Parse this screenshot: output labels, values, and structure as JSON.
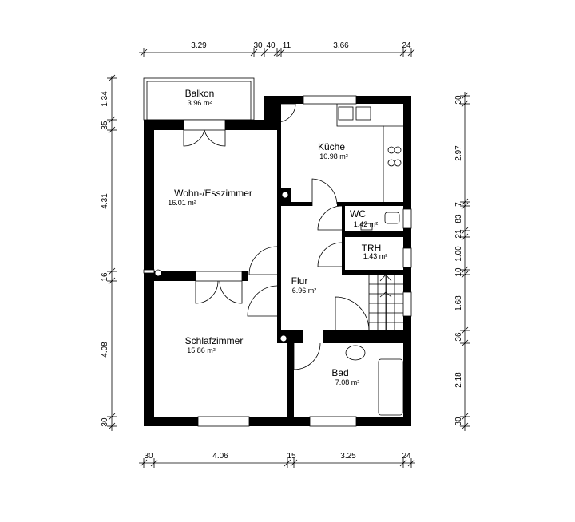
{
  "rooms": {
    "balkon": {
      "name": "Balkon",
      "area": "3.96 m²"
    },
    "kueche": {
      "name": "Küche",
      "area": "10.98 m²"
    },
    "wohn": {
      "name": "Wohn-/Esszimmer",
      "area": "16.01 m²"
    },
    "wc": {
      "name": "WC",
      "area": "1.42 m²"
    },
    "trh": {
      "name": "TRH",
      "area": "1.43 m²"
    },
    "flur": {
      "name": "Flur",
      "area": "6.96 m²"
    },
    "schlaf": {
      "name": "Schlafzimmer",
      "area": "15.86 m²"
    },
    "bad": {
      "name": "Bad",
      "area": "7.08 m²"
    }
  },
  "dimensions": {
    "top": [
      "3.29",
      "30",
      "40",
      "11",
      "3.66",
      "24"
    ],
    "bottom": [
      "30",
      "4.06",
      "15",
      "3.25",
      "24"
    ],
    "left": [
      "1.34",
      "35",
      "4.31",
      "16",
      "4.08",
      "30"
    ],
    "right": [
      "30",
      "2.97",
      "7",
      "83",
      "21",
      "1.00",
      "10",
      "1.68",
      "36",
      "2.18",
      "30"
    ]
  }
}
